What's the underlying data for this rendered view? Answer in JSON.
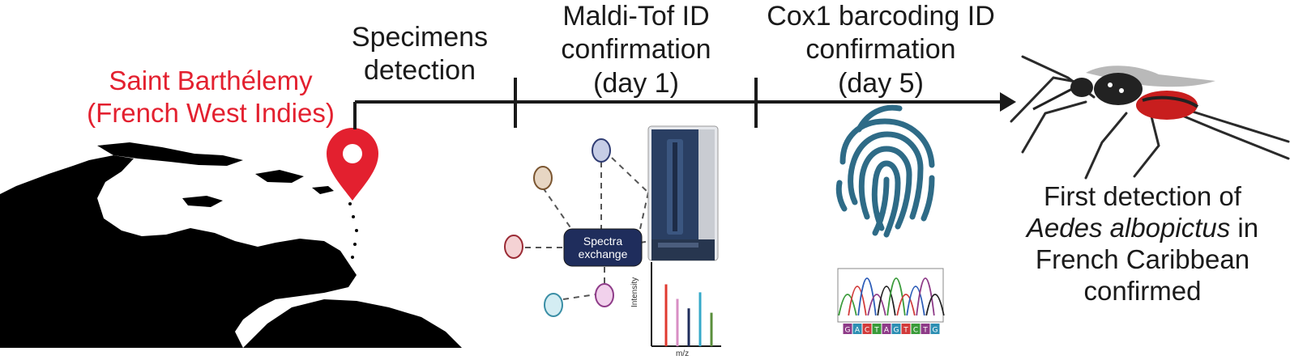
{
  "place": {
    "line1": "Saint Barthélemy",
    "line2": "(French West Indies)",
    "color": "#e3202f"
  },
  "timeline": {
    "steps": [
      {
        "line1": "Specimens",
        "line2": "detection"
      },
      {
        "line1": "Maldi-Tof ID",
        "line2": "confirmation",
        "line3": "(day 1)"
      },
      {
        "line1": "Cox1 barcoding ID",
        "line2": "confirmation",
        "line3": "(day 5)"
      }
    ]
  },
  "maldi": {
    "hub_line1": "Spectra",
    "hub_line2": "exchange",
    "hub_color": "#1f2d5c",
    "xaxis": "m/z",
    "yaxis": "Intensity",
    "peaks": [
      {
        "color": "#e0392f",
        "value": 0.85
      },
      {
        "color": "#d88fc4",
        "value": 0.65
      },
      {
        "color": "#1f2d5c",
        "value": 0.52
      },
      {
        "color": "#35a9c9",
        "value": 0.74
      },
      {
        "color": "#5a8f3c",
        "value": 0.46
      }
    ]
  },
  "barcode": {
    "bases": [
      "G",
      "A",
      "C",
      "T",
      "A",
      "G",
      "T",
      "C",
      "T",
      "G"
    ]
  },
  "result": {
    "line1": "First detection of",
    "species": "Aedes albopictus",
    "line2_suffix": " in",
    "line3": "French Caribbean",
    "line4": "confirmed"
  },
  "icons": [
    "location-pin-icon",
    "mass-spectrometer-icon",
    "fingerprint-icon",
    "chromatogram-icon",
    "mosquito-icon"
  ]
}
